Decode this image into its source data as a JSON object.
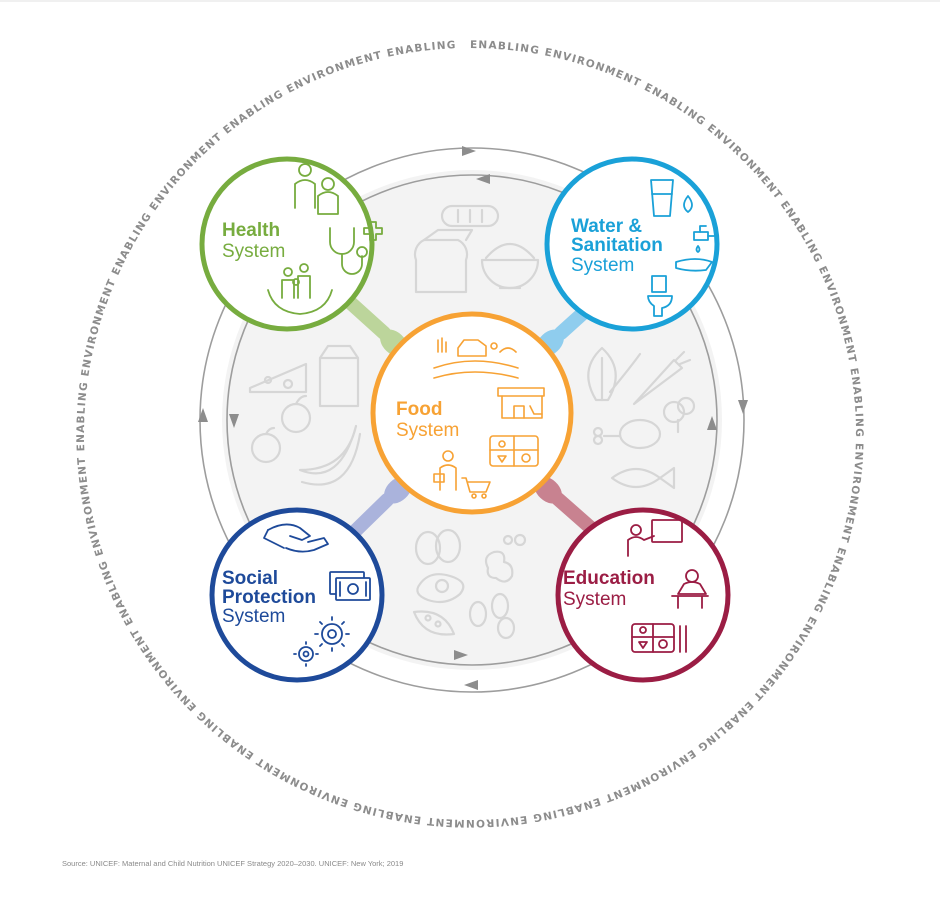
{
  "ring_text": "ENABLING ENVIRONMENT ENABLING ENVIRONMENT ENABLING ENVIRONMENT ENABLING ENVIRONMENT ENABLING ENVIRONMENT ENABLING ENVIRONMENT ENABLING ENVIRONMENT ENABLING ENVIRONMENT ENABLING ENVIRONMENT ENABLING ENVIRONMENT ENABLING ENVIRONMENT ENABLING ENVIRONMENT ENABLING ENVIRONMENT ENABLING",
  "systems": {
    "health": {
      "line1": "Health",
      "line2": "System",
      "color": "#77ac3f"
    },
    "water": {
      "line1": "Water &",
      "line2": "Sanitation",
      "line3": "System",
      "color": "#1aa1d8"
    },
    "food": {
      "line1": "Food",
      "line2": "System",
      "color": "#f7a234"
    },
    "social": {
      "line1": "Social",
      "line2": "Protection",
      "line3": "System",
      "color": "#1e4a9a"
    },
    "education": {
      "line1": "Education",
      "line2": "System",
      "color": "#9b1d44"
    }
  },
  "spoon_colors": {
    "health": "#bcd59b",
    "water": "#8fcdee",
    "social": "#aab3dc",
    "education": "#c88290"
  },
  "background_icons": [
    "bread-loaf",
    "bread-slice",
    "rice-bowl",
    "cheese",
    "milk-carton",
    "apple",
    "banana",
    "leafy-greens",
    "carrot",
    "broccoli",
    "meat-leg",
    "fish",
    "eggs",
    "fried-egg",
    "peas",
    "beans",
    "peanuts"
  ],
  "source": "Source: UNICEF: Maternal and Child Nutrition UNICEF Strategy 2020–2030. UNICEF: New York; 2019"
}
